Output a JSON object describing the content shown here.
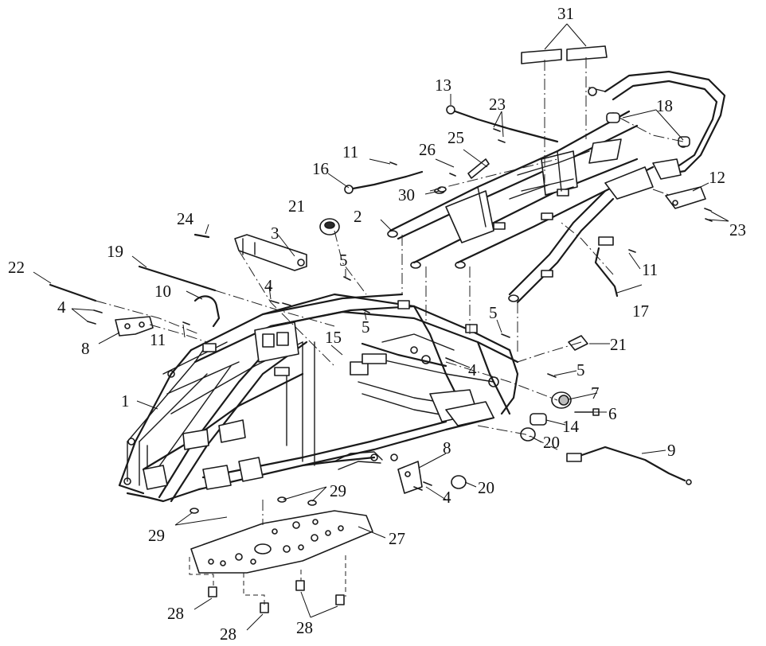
{
  "labels": {
    "l1": "1",
    "l2": "2",
    "l3": "3",
    "l4a": "4",
    "l4b": "4",
    "l4c": "4",
    "l4d": "4",
    "l5a": "5",
    "l5b": "5",
    "l5c": "5",
    "l5d": "5",
    "l6": "6",
    "l7": "7",
    "l8a": "8",
    "l8b": "8",
    "l9": "9",
    "l10": "10",
    "l11a": "11",
    "l11b": "11",
    "l11c": "11",
    "l12": "12",
    "l13": "13",
    "l14": "14",
    "l15": "15",
    "l16": "16",
    "l17": "17",
    "l18": "18",
    "l19": "19",
    "l20a": "20",
    "l20b": "20",
    "l21a": "21",
    "l21b": "21",
    "l22": "22",
    "l23a": "23",
    "l23b": "23",
    "l24": "24",
    "l25": "25",
    "l26": "26",
    "l27": "27",
    "l28a": "28",
    "l28b": "28",
    "l28c": "28",
    "l29a": "29",
    "l29b": "29",
    "l30": "30",
    "l31": "31"
  }
}
